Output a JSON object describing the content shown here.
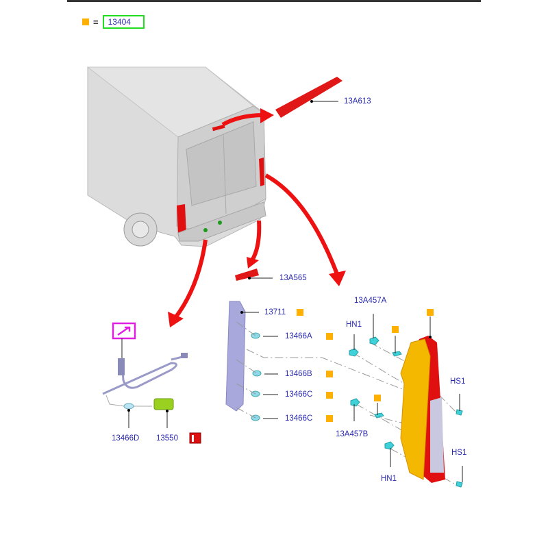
{
  "legend": {
    "symbol": "orange-square-icon",
    "equals": "=",
    "part_number": "13404",
    "symbol_color": "#ffb000",
    "box_color": "#22dd22"
  },
  "callouts": {
    "high_mount_stop_lamp": "13A613",
    "reflector": "13A565",
    "lamp_socket": "13711",
    "bulb_a": "13466A",
    "bulb_b": "13466B",
    "bulb_c1": "13466C",
    "bulb_c2": "13466C",
    "retainer_a": "13A457A",
    "retainer_b": "13A457B",
    "nut_upper": "HN1",
    "nut_lower": "HN1",
    "screw_upper": "HS1",
    "screw_lower": "HS1",
    "license_bulb": "13466D",
    "license_lamp": "13550"
  },
  "colors": {
    "label": "#2a2ab0",
    "arrow": "#ee1111",
    "lamp_red": "#e01010",
    "lamp_amber": "#f5b800",
    "fastener": "#40d0d8",
    "socket": "#a0a0d8",
    "van": "#d4d4d4"
  },
  "icons": {
    "wiring_ref": "pink-arrow-box-icon",
    "lamp_ref": "red-lamp-icon"
  }
}
